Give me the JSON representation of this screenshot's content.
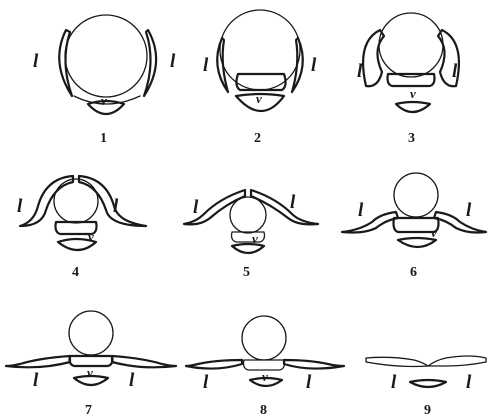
{
  "labels": {
    "lateral": "l",
    "ventral": "v"
  },
  "figures": [
    {
      "number": "1"
    },
    {
      "number": "2"
    },
    {
      "number": "3"
    },
    {
      "number": "4"
    },
    {
      "number": "5"
    },
    {
      "number": "6"
    },
    {
      "number": "7"
    },
    {
      "number": "8"
    },
    {
      "number": "9"
    }
  ]
}
